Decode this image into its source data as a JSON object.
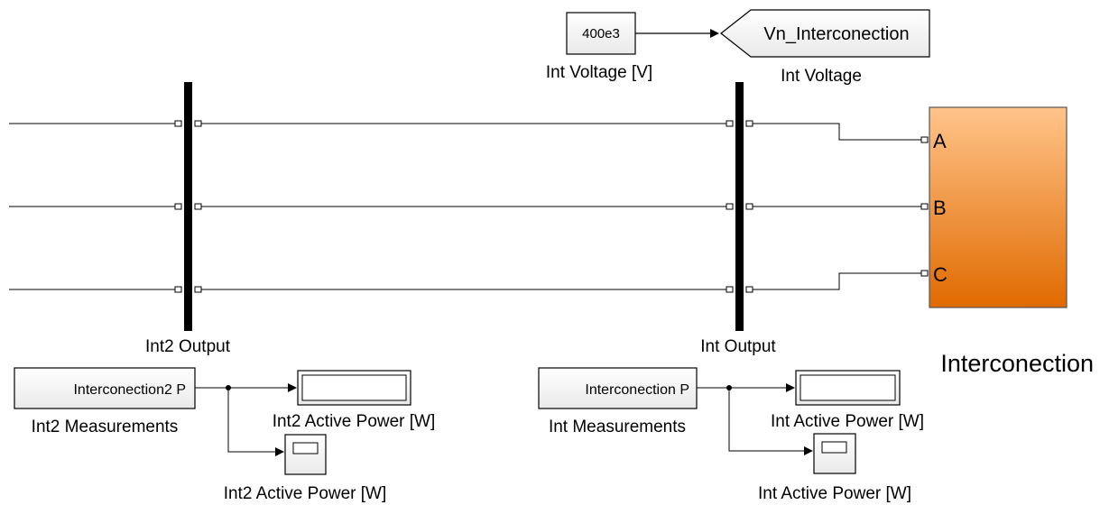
{
  "constant_block": {
    "value": "400e3",
    "caption": "Int Voltage [V]"
  },
  "goto_block": {
    "tag": "Vn_Interconection",
    "caption": "Int Voltage"
  },
  "bus_left": {
    "caption": "Int2 Output"
  },
  "bus_right": {
    "caption": "Int Output"
  },
  "subsystem": {
    "ports": [
      "A",
      "B",
      "C"
    ],
    "caption": "Interconection",
    "color_top": "#ffc48a",
    "color_bottom": "#e06a00"
  },
  "left_measure": {
    "from_tag": "Interconection2 P",
    "from_caption": "Int2 Measurements",
    "display_caption": "Int2 Active Power [W]",
    "scope_caption": "Int2 Active Power [W]"
  },
  "right_measure": {
    "from_tag": "Interconection P",
    "from_caption": "Int Measurements",
    "display_caption": "Int Active Power [W]",
    "scope_caption": "Int Active Power [W]"
  }
}
